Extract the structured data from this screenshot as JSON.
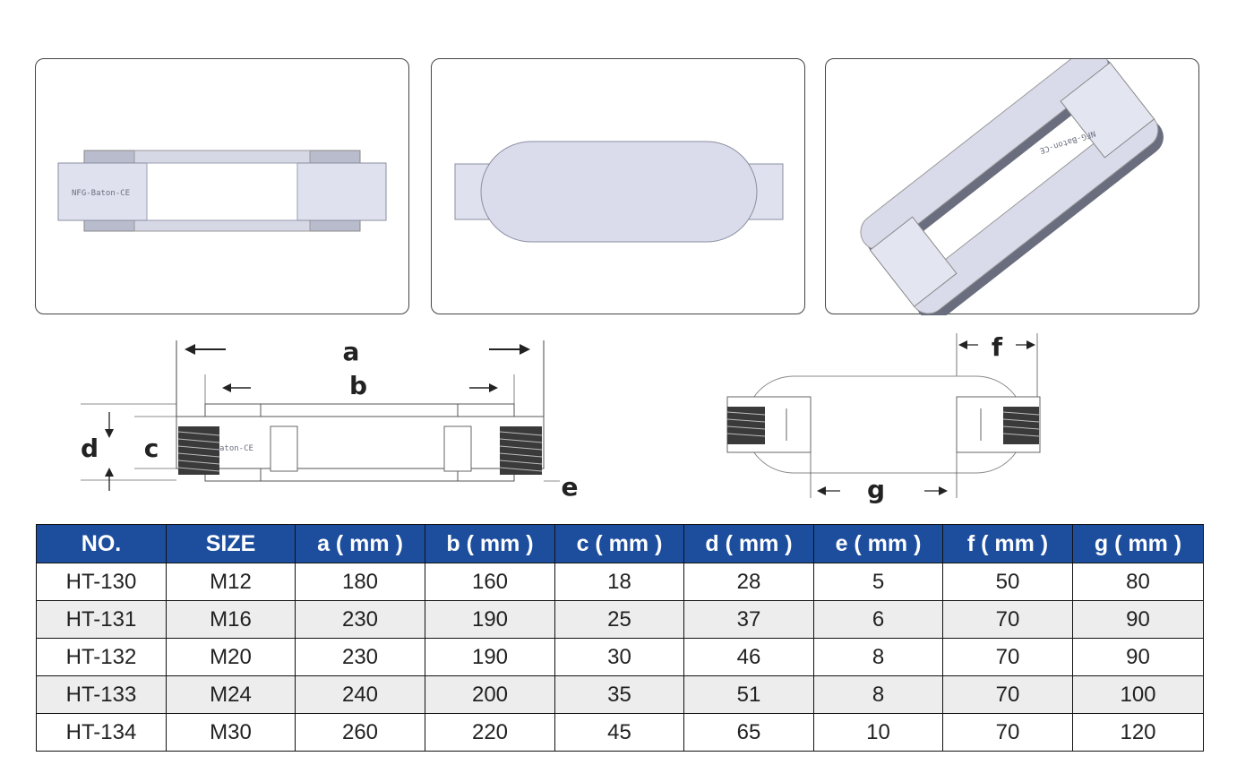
{
  "photos": [
    {
      "engraving": "NFG-Baton-CE"
    },
    {
      "engraving": ""
    },
    {
      "engraving": "NFG-Baton-CE"
    }
  ],
  "diagram_left": {
    "label_a": "a",
    "label_b": "b",
    "label_c": "c",
    "label_d": "d",
    "label_e": "e",
    "engraving": "aton-CE"
  },
  "diagram_right": {
    "label_f": "f",
    "label_g": "g"
  },
  "colors": {
    "header_bg": "#1d4e9e",
    "header_text": "#ffffff",
    "row_alt": "#ededed"
  },
  "table": {
    "headers": [
      "NO.",
      "SIZE",
      "a ( mm )",
      "b ( mm )",
      "c ( mm )",
      "d ( mm )",
      "e ( mm )",
      "f ( mm )",
      "g ( mm )"
    ],
    "rows": [
      [
        "HT-130",
        "M12",
        "180",
        "160",
        "18",
        "28",
        "5",
        "50",
        "80"
      ],
      [
        "HT-131",
        "M16",
        "230",
        "190",
        "25",
        "37",
        "6",
        "70",
        "90"
      ],
      [
        "HT-132",
        "M20",
        "230",
        "190",
        "30",
        "46",
        "8",
        "70",
        "90"
      ],
      [
        "HT-133",
        "M24",
        "240",
        "200",
        "35",
        "51",
        "8",
        "70",
        "100"
      ],
      [
        "HT-134",
        "M30",
        "260",
        "220",
        "45",
        "65",
        "10",
        "70",
        "120"
      ]
    ]
  }
}
